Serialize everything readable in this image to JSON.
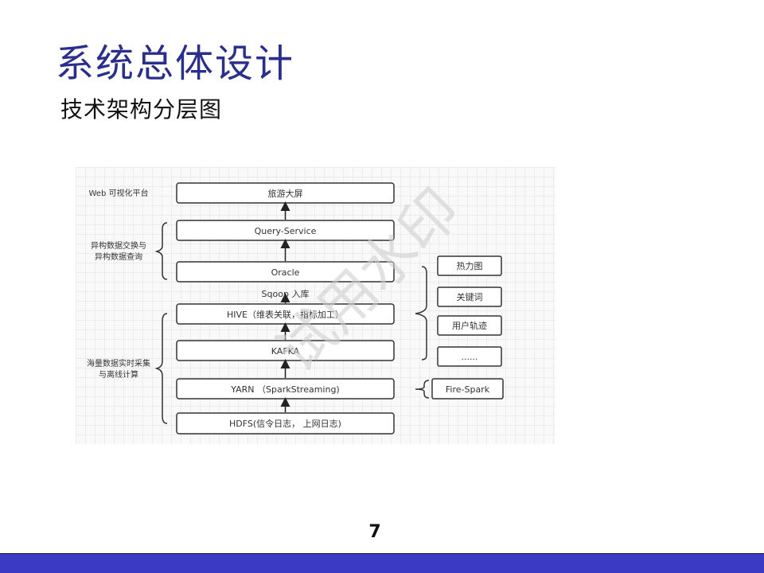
{
  "title": "系统总体设计",
  "subtitle": "技术架构分层图",
  "diagram": {
    "layers": [
      {
        "label": "旅游大屏"
      },
      {
        "label": "Query-Service"
      },
      {
        "label": "Oracle"
      },
      {
        "label": "HIVE（维表关联，指标加工）"
      },
      {
        "label": "KAFKA"
      },
      {
        "label": "YARN （SparkStreaming)"
      },
      {
        "label": "HDFS(信令日志， 上网日志)"
      }
    ],
    "connector_label": "Sqoop 入库",
    "groups": [
      {
        "lines": [
          "Web 可视化平台"
        ]
      },
      {
        "lines": [
          "异构数据交换与",
          "异构数据查询"
        ]
      },
      {
        "lines": [
          "海量数据实时采集",
          "与离线计算"
        ]
      }
    ],
    "side_items": [
      {
        "label": "热力图"
      },
      {
        "label": "关键词"
      },
      {
        "label": "用户轨迹"
      },
      {
        "label": "......"
      }
    ],
    "side_single": {
      "label": "Fire-Spark"
    }
  },
  "watermark": "试用水印",
  "page_number": "7",
  "colors": {
    "title": "#2b2f8c",
    "footer": "#3a3ac4"
  }
}
